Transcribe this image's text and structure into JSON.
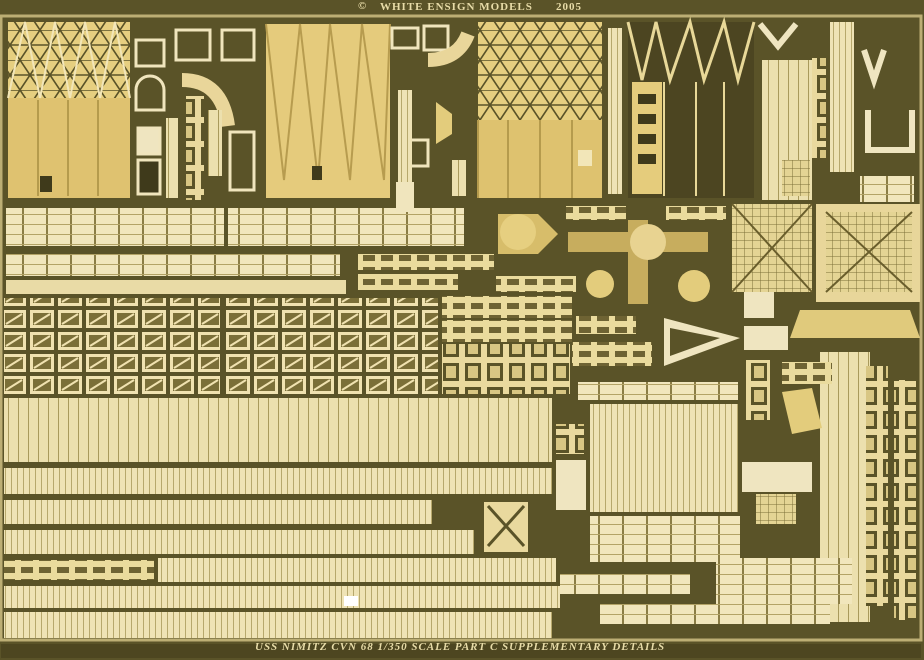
{
  "fret": {
    "copyright_symbol": "©",
    "maker": "WHITE ENSIGN MODELS",
    "year": "2005",
    "caption": "USS NIMITZ CVN 68     1/350 SCALE   PART C   SUPPLEMENTARY DETAILS"
  },
  "colors": {
    "background": "#5a5328",
    "brass": "#e2cd84",
    "brass_light": "#f2e3ac",
    "brass_dark": "#a8924a",
    "pale": "#efe9c9"
  }
}
